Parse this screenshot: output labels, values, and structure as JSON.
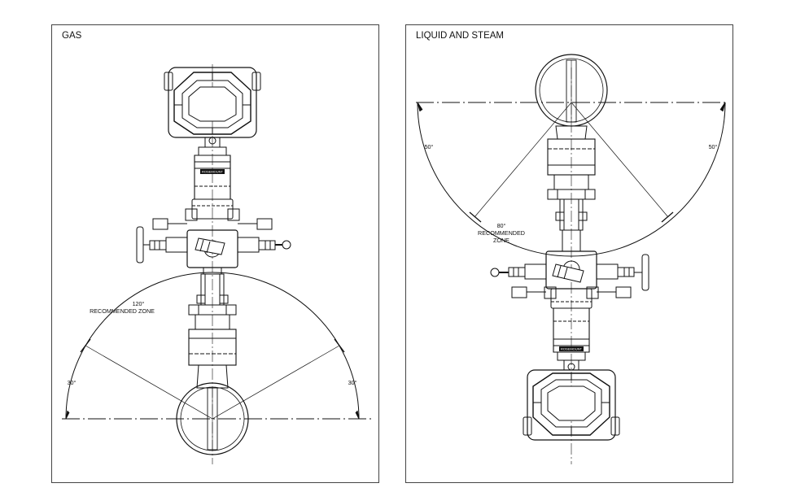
{
  "panels": [
    {
      "title": "GAS",
      "zone_line1": "120°",
      "zone_line2": "RECOMMENDED ZONE",
      "angle_left": "30°",
      "angle_right": "30°",
      "nameplate": "ROSEMOUNT"
    },
    {
      "title": "LIQUID AND STEAM",
      "zone_line1": "80°",
      "zone_line2": "RECOMMENDED",
      "zone_line3": "ZONE",
      "angle_left": "50°",
      "angle_right": "50°",
      "nameplate": "ROSEMOUNT"
    }
  ]
}
